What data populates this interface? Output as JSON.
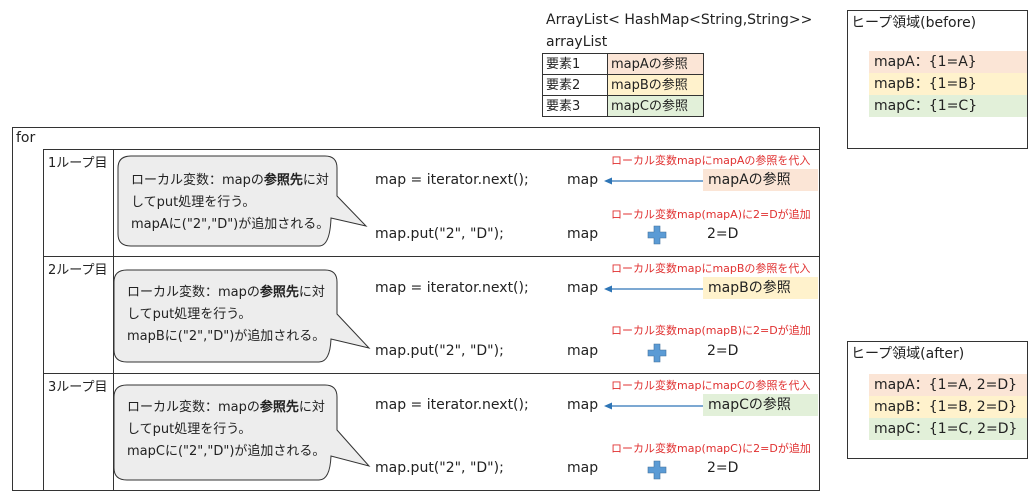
{
  "colors": {
    "a": "#fbe5d6",
    "b": "#fff2cc",
    "c": "#e2f0d9",
    "arrow": "#2e75b6",
    "plus": "#5b9bd5",
    "note": "#e03030",
    "bubble": "#ededed"
  },
  "array_header": {
    "type_line": "ArrayList< HashMap<String,String>>",
    "var_line": "arrayList"
  },
  "array_table": [
    {
      "label": "要素1",
      "value": "mapAの参照"
    },
    {
      "label": "要素2",
      "value": "mapBの参照"
    },
    {
      "label": "要素3",
      "value": "mapCの参照"
    }
  ],
  "heap_before": {
    "title": "ヒープ領域(before)",
    "entries": [
      "mapA：{1=A}",
      "mapB：{1=B}",
      "mapC：{1=C}"
    ]
  },
  "heap_after": {
    "title": "ヒープ領域(after)",
    "entries": [
      "mapA：{1=A, 2=D}",
      "mapB：{1=B, 2=D}",
      "mapC：{1=C, 2=D}"
    ]
  },
  "for_label": "for",
  "loops": [
    {
      "label": "1ループ目",
      "bubble_pre": "ローカル変数：mapの",
      "bubble_bold": "参照先",
      "bubble_post": "に対",
      "bubble_line2": "してput処理を行う。",
      "bubble_line3": "mapAに(\"2\",\"D\")が追加される。",
      "code_next": "map = iterator.next();",
      "code_put": "map.put(\"2\", \"D\");",
      "var_map": "map",
      "var_map2": "map",
      "note_assign": "ローカル変数mapにmapAの参照を代入",
      "note_put": "ローカル変数map(mapA)に2=Dが追加",
      "ref": "mapAの参照",
      "added": "2=D"
    },
    {
      "label": "2ループ目",
      "bubble_pre": "ローカル変数：mapの",
      "bubble_bold": "参照先",
      "bubble_post": "に対",
      "bubble_line2": "してput処理を行う。",
      "bubble_line3": "mapBに(\"2\",\"D\")が追加される。",
      "code_next": "map = iterator.next();",
      "code_put": "map.put(\"2\", \"D\");",
      "var_map": "map",
      "var_map2": "map",
      "note_assign": "ローカル変数mapにmapBの参照を代入",
      "note_put": "ローカル変数map(mapB)に2=Dが追加",
      "ref": "mapBの参照",
      "added": "2=D"
    },
    {
      "label": "3ループ目",
      "bubble_pre": "ローカル変数：mapの",
      "bubble_bold": "参照先",
      "bubble_post": "に対",
      "bubble_line2": "してput処理を行う。",
      "bubble_line3": "mapCに(\"2\",\"D\")が追加される。",
      "code_next": "map = iterator.next();",
      "code_put": "map.put(\"2\", \"D\");",
      "var_map": "map",
      "var_map2": "map",
      "note_assign": "ローカル変数mapにmapCの参照を代入",
      "note_put": "ローカル変数map(mapC)に2=Dが追加",
      "ref": "mapCの参照",
      "added": "2=D"
    }
  ]
}
